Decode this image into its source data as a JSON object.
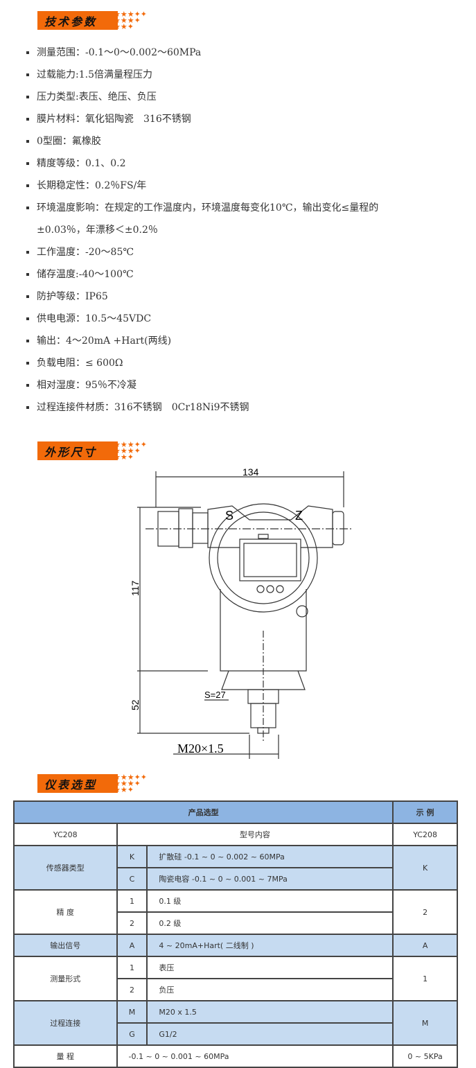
{
  "sections": {
    "tech": "技术参数",
    "dims": "外形尺寸",
    "select": "仪表选型"
  },
  "specs": [
    "测量范围：-0.1～0～0.002～60MPa",
    "过载能力:1.5倍满量程压力",
    "压力类型:表压、绝压、负压",
    "膜片材料：氧化铝陶瓷　316不锈钢",
    "0型圈：氟橡胶",
    "精度等级：0.1、0.2",
    "长期稳定性：0.2％FS/年",
    "环境温度影响：在规定的工作温度内，环境温度每变化10℃，输出变化≤量程的",
    "工作温度：-20～85℃",
    "储存温度:-40～100℃",
    "防护等级：IP65",
    "供电电源：10.5～45VDC",
    "输出：4～20mA +Hart(两线)",
    "负载电阻：≤ 600Ω",
    "相对湿度：95％不冷凝",
    "过程连接件材质：316不锈钢　0Cr18Ni9不锈钢"
  ],
  "spec_cont": "±0.03％，年漂移＜±0.2％",
  "drawing": {
    "width": "134",
    "h1": "117",
    "h2": "52",
    "s": "S",
    "z": "Z",
    "hex": "S=27",
    "thread": "M20×1.5"
  },
  "table": {
    "head": "产品选型",
    "example_head": "示 例",
    "model": "YC208",
    "model_content": "型号内容",
    "model_example": "YC208",
    "groups": [
      {
        "name": "传感器类型",
        "example": "K",
        "rows": [
          [
            "K",
            "扩散硅 -0.1 ~ 0 ~ 0.002 ~ 60MPa"
          ],
          [
            "C",
            "陶瓷电容 -0.1 ~ 0 ~ 0.001 ~ 7MPa"
          ]
        ]
      },
      {
        "name": "精 度",
        "example": "2",
        "rows": [
          [
            "1",
            "0.1 级"
          ],
          [
            "2",
            "0.2 级"
          ]
        ]
      },
      {
        "name": "输出信号",
        "example": "A",
        "rows": [
          [
            "A",
            "4 ~ 20mA+Hart( 二线制 )"
          ]
        ]
      },
      {
        "name": "测量形式",
        "example": "1",
        "rows": [
          [
            "1",
            "表压"
          ],
          [
            "2",
            "负压"
          ]
        ]
      },
      {
        "name": "过程连接",
        "example": "M",
        "rows": [
          [
            "M",
            "M20 x 1.5"
          ],
          [
            "G",
            "G1/2"
          ]
        ]
      }
    ],
    "range_label": "量 程",
    "range_value": "-0.1 ~ 0 ~ 0.001 ~ 60MPa",
    "range_example": "0 ~ 5KPa"
  }
}
